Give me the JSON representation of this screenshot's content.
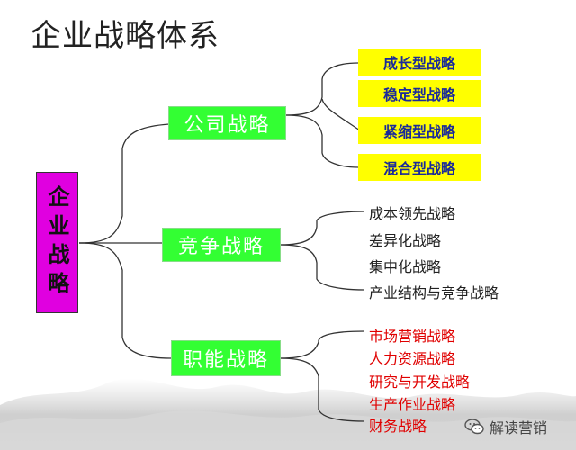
{
  "title": "企业战略体系",
  "root": {
    "label": "企业战略"
  },
  "branches": [
    {
      "label": "公司战略",
      "children": [
        "成长型战略",
        "稳定型战略",
        "紧缩型战略",
        "混合型战略"
      ]
    },
    {
      "label": "竞争战略",
      "children": [
        "成本领先战略",
        "差异化战略",
        "集中化战略",
        "产业结构与竞争战略"
      ]
    },
    {
      "label": "职能战略",
      "children": [
        "市场营销战略",
        "人力资源战略",
        "研究与开发战略",
        "生产作业战略",
        "财务战略"
      ]
    }
  ],
  "watermark": {
    "text": "解读营销",
    "icon": "wechat-icon"
  },
  "colors": {
    "root_fill": "#e000e0",
    "branch_fill": "#33ff33",
    "branch_text": "#ffffff",
    "corporate_leaf_fill": "#ffff00",
    "corporate_leaf_text": "#1a2a9a",
    "competitive_leaf_text": "#222222",
    "functional_leaf_text": "#e00000",
    "connector": "#333333"
  }
}
